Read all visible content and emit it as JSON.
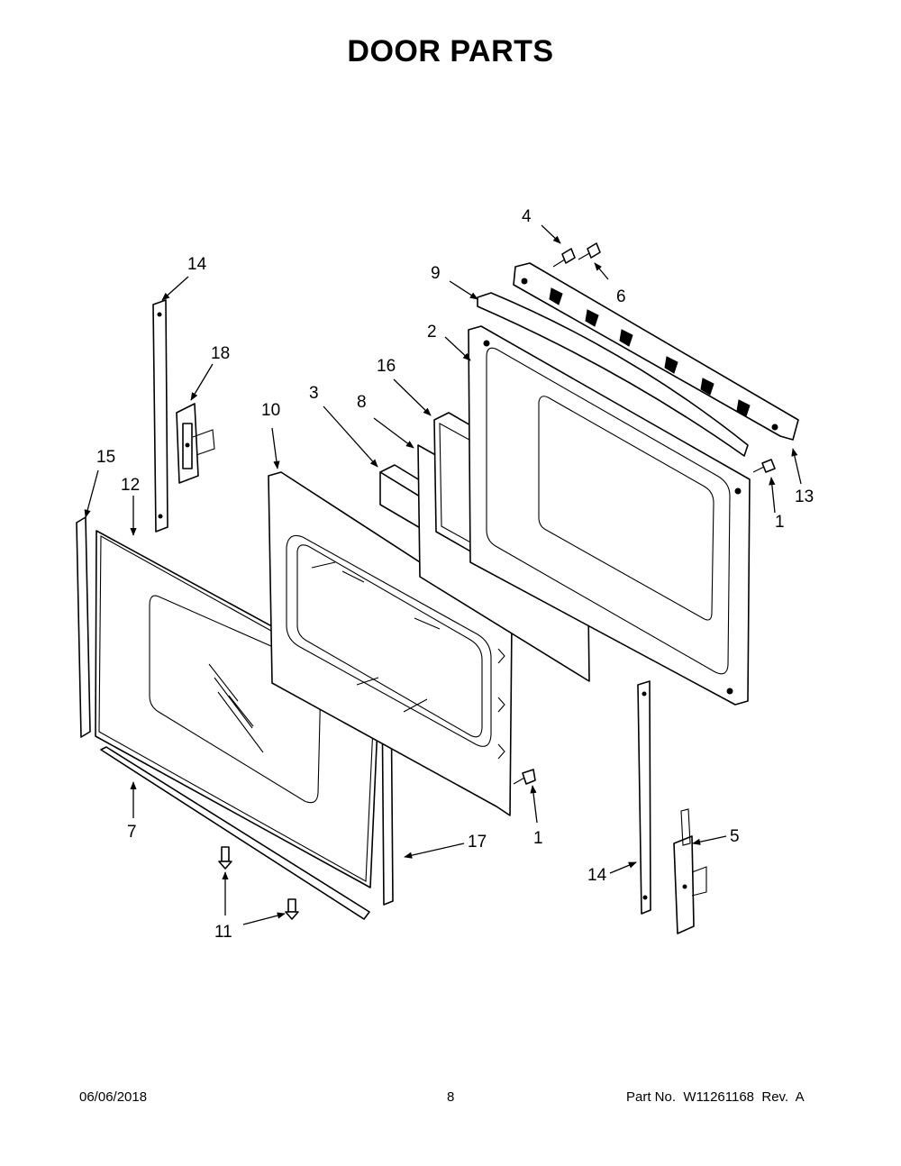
{
  "title": "DOOR PARTS",
  "callouts": [
    {
      "id": "c4",
      "label": "4"
    },
    {
      "id": "c6",
      "label": "6"
    },
    {
      "id": "c9",
      "label": "9"
    },
    {
      "id": "c2",
      "label": "2"
    },
    {
      "id": "c14a",
      "label": "14"
    },
    {
      "id": "c18",
      "label": "18"
    },
    {
      "id": "c16",
      "label": "16"
    },
    {
      "id": "c3",
      "label": "3"
    },
    {
      "id": "c8",
      "label": "8"
    },
    {
      "id": "c10",
      "label": "10"
    },
    {
      "id": "c15",
      "label": "15"
    },
    {
      "id": "c12",
      "label": "12"
    },
    {
      "id": "c13",
      "label": "13"
    },
    {
      "id": "c1a",
      "label": "1"
    },
    {
      "id": "c7",
      "label": "7"
    },
    {
      "id": "c17",
      "label": "17"
    },
    {
      "id": "c1b",
      "label": "1"
    },
    {
      "id": "c5",
      "label": "5"
    },
    {
      "id": "c14b",
      "label": "14"
    },
    {
      "id": "c11",
      "label": "11"
    }
  ],
  "footer": {
    "date": "06/06/2018",
    "page": "8",
    "part_no": "Part No.  W11261168  Rev.  A"
  }
}
